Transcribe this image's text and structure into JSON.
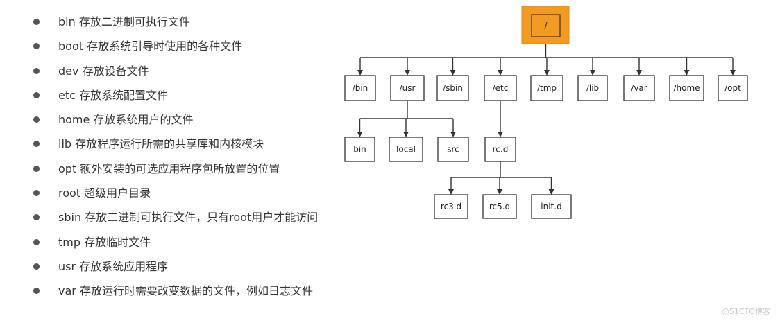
{
  "directory_list": [
    {
      "name": "bin",
      "desc": "存放二进制可执行文件"
    },
    {
      "name": "boot",
      "desc": "存放系统引导时使用的各种文件"
    },
    {
      "name": "dev",
      "desc": "存放设备文件"
    },
    {
      "name": "etc",
      "desc": "存放系统配置文件"
    },
    {
      "name": "home",
      "desc": "存放系统用户的文件"
    },
    {
      "name": "lib",
      "desc": "存放程序运行所需的共享库和内核模块"
    },
    {
      "name": "opt",
      "desc": "额外安装的可选应用程序包所放置的位置"
    },
    {
      "name": "root",
      "desc": "超级用户目录"
    },
    {
      "name": "sbin",
      "desc": "存放二进制可执行文件，只有root用户才能访问"
    },
    {
      "name": "tmp",
      "desc": "存放临时文件"
    },
    {
      "name": "usr",
      "desc": "存放系统应用程序"
    },
    {
      "name": "var",
      "desc": "存放运行时需要改变数据的文件，例如日志文件"
    }
  ],
  "tree": {
    "root": {
      "label": "/"
    },
    "level1": [
      "/bin",
      "/usr",
      "/sbin",
      "/etc",
      "/tmp",
      "/lib",
      "/var",
      "/home",
      "/opt"
    ],
    "usr_children": [
      "bin",
      "local",
      "src"
    ],
    "etc_children": [
      "rc.d"
    ],
    "rcd_children": [
      "rc3.d",
      "rc5.d",
      "init.d"
    ]
  },
  "colors": {
    "root_fill": "#f39a21",
    "line": "#333333"
  },
  "watermark": "@51CTO博客"
}
